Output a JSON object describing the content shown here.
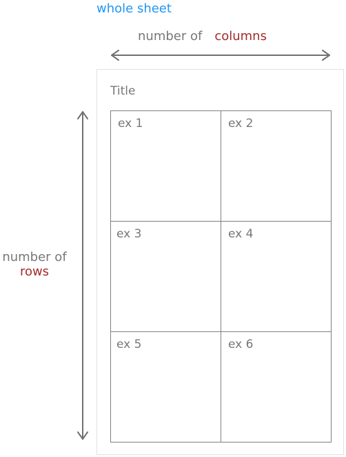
{
  "heading": "whole sheet",
  "columns_label": {
    "prefix": "number of",
    "accent": "columns"
  },
  "rows_label": {
    "prefix": "number of",
    "accent": "rows"
  },
  "sheet": {
    "title": "Title",
    "cells": [
      "ex 1",
      "ex 2",
      "ex 3",
      "ex 4",
      "ex 5",
      "ex 6"
    ]
  },
  "colors": {
    "heading": "#2196f3",
    "accent": "#a52a2a",
    "text": "#777777",
    "arrow": "#707070",
    "grid_line": "#7f7f7f",
    "sheet_border": "#e2e2e2"
  }
}
